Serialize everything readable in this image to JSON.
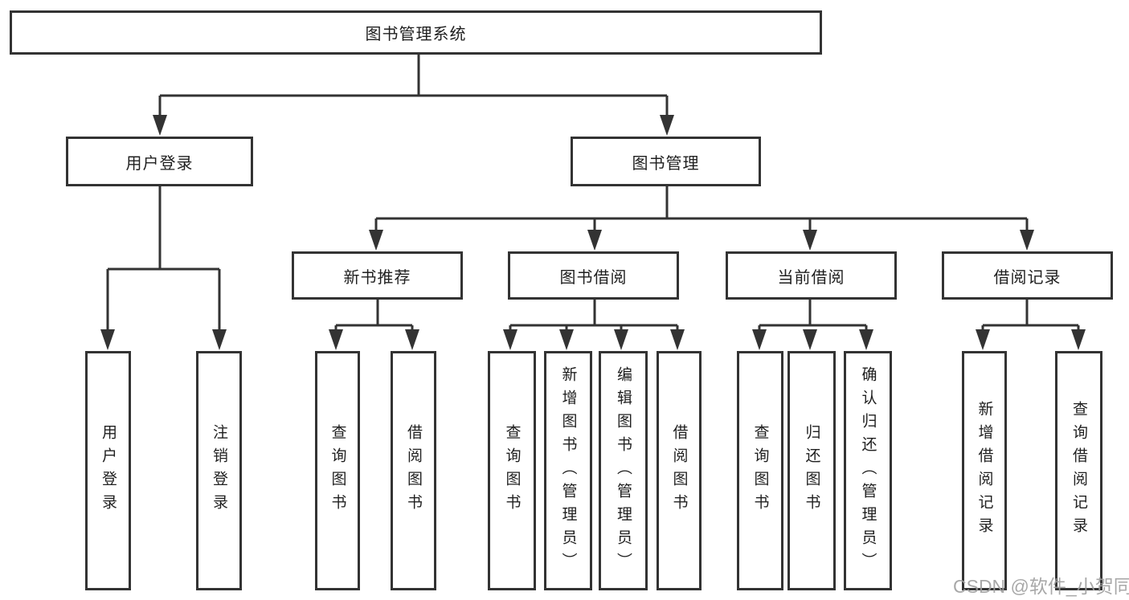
{
  "nodes": {
    "root": "图书管理系统",
    "user_login": "用户登录",
    "book_management": "图书管理",
    "new_book_recommendation": "新书推荐",
    "book_borrowing": "图书借阅",
    "current_borrowing": "当前借阅",
    "borrowing_records": "借阅记录",
    "leaf_user_login": "用户登录",
    "leaf_logout": "注销登录",
    "leaf_nb_query_books": "查询图书",
    "leaf_nb_borrow_books": "借阅图书",
    "leaf_bb_query_books": "查询图书",
    "leaf_bb_add_books": "新增图书（管理员）",
    "leaf_bb_edit_books": "编辑图书（管理员）",
    "leaf_bb_borrow_books": "借阅图书",
    "leaf_cb_query_books": "查询图书",
    "leaf_cb_return_books": "归还图书",
    "leaf_cb_confirm_return": "确认归还（管理员）",
    "leaf_br_add_record": "新增借阅记录",
    "leaf_br_query_record": "查询借阅记录"
  },
  "watermark": "CSDN @软件_小贺同学",
  "colors": {
    "line": "#333333",
    "text": "#1f1f1f",
    "background": "#ffffff",
    "watermark": "#9e9e9e"
  }
}
